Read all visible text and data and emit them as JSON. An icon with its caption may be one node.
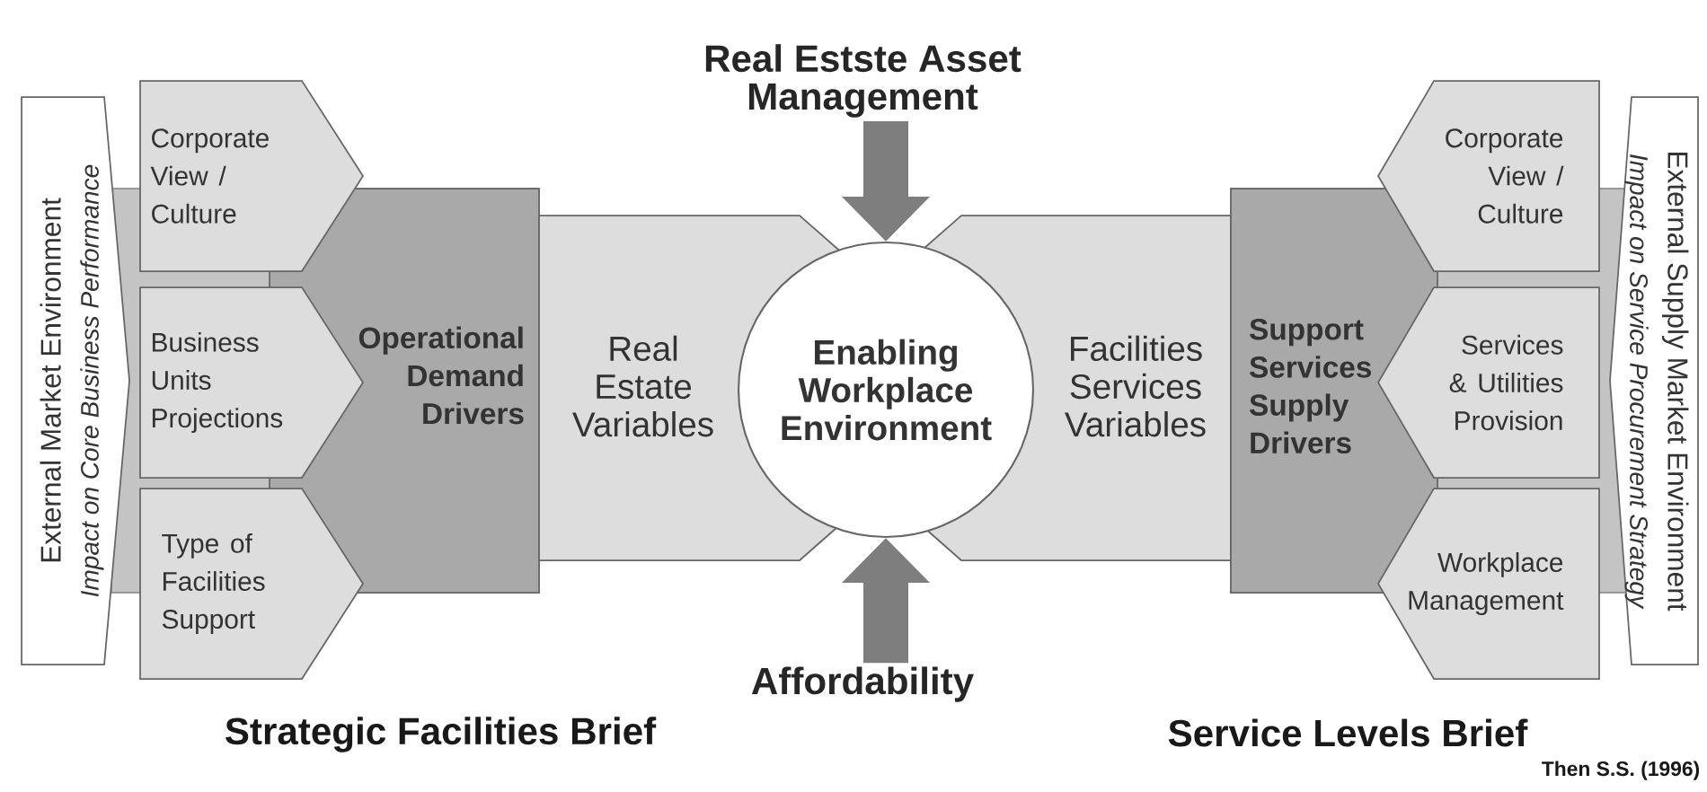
{
  "diagram": {
    "nodes": [
      {
        "text": [
          "External Market Environment",
          "Impact on Core Business Performance"
        ]
      },
      {
        "text": [
          "Corporate View / Culture"
        ]
      },
      {
        "text": [
          "Business Units Projections"
        ]
      },
      {
        "text": [
          "Type of Facilities Support"
        ]
      },
      {
        "text": [
          "Operational Demand Drivers"
        ]
      },
      {
        "text": [
          "Real Estate Variables"
        ]
      },
      {
        "text": [
          "Enabling Workplace Environment"
        ]
      },
      {
        "text": [
          "Facilities Services Variables"
        ]
      },
      {
        "text": [
          "Support Services Supply Drivers"
        ]
      },
      {
        "text": [
          "Corporate View / Culture"
        ]
      },
      {
        "text": [
          "Services & Utilities Provision"
        ]
      },
      {
        "text": [
          "Workplace Management"
        ]
      },
      {
        "text": [
          "External Supply Market Environment",
          "Impact on Service Procurement Strategy"
        ]
      },
      {
        "text": [
          "Real Estste Asset Management"
        ]
      },
      {
        "text": [
          "Affordability"
        ]
      }
    ],
    "edges": [
      {
        "from": 13,
        "to": 6,
        "arrow": "to"
      },
      {
        "from": 14,
        "to": 6,
        "arrow": "to"
      }
    ],
    "labels": [
      "Strategic Facilities Brief",
      "Service Levels Brief",
      "Then S.S. (1996)"
    ]
  }
}
